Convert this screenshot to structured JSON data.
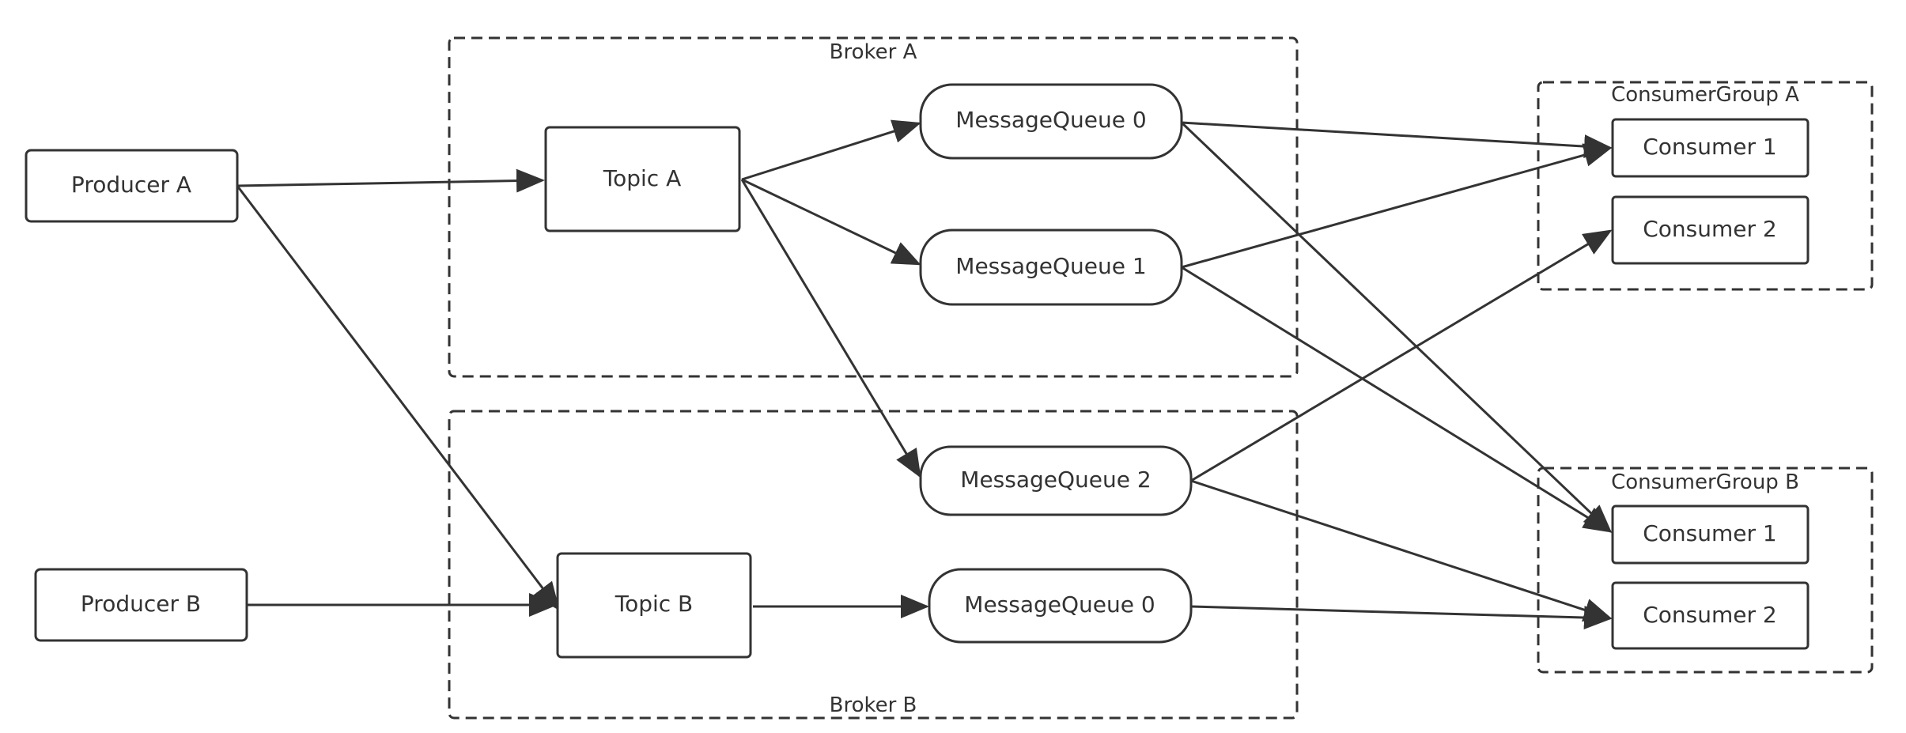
{
  "groups": {
    "broker_a": "Broker A",
    "broker_b": "Broker B",
    "consumer_group_a": "ConsumerGroup A",
    "consumer_group_b": "ConsumerGroup B"
  },
  "nodes": {
    "producer_a": "Producer A",
    "producer_b": "Producer B",
    "topic_a": "Topic A",
    "topic_b": "Topic B",
    "mq_a0": "MessageQueue 0",
    "mq_a1": "MessageQueue 1",
    "mq_b2": "MessageQueue 2",
    "mq_b0": "MessageQueue 0",
    "cga_consumer1": "Consumer 1",
    "cga_consumer2": "Consumer 2",
    "cgb_consumer1": "Consumer 1",
    "cgb_consumer2": "Consumer 2"
  },
  "colors": {
    "stroke": "#333333",
    "background": "#ffffff"
  }
}
